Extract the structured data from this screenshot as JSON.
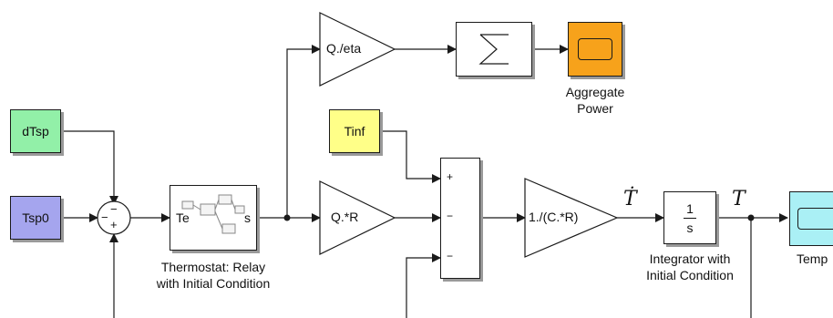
{
  "blocks": {
    "dTsp": "dTsp",
    "Tsp0": "Tsp0",
    "Tinf": "Tinf",
    "gain_power": "Q./eta",
    "gain_heat": "Q.*R",
    "gain_inv_c": "1./(C.*R)",
    "integrator_num": "1",
    "integrator_den": "s",
    "subsystem_in": "Te",
    "subsystem_out": "s",
    "sum_top_sign": "−",
    "sum_left_sign": "−",
    "sum_bottom_sign": "+",
    "sum3_signs": [
      "+",
      "−",
      "−"
    ]
  },
  "captions": {
    "aggregate_line1": "Aggregate",
    "aggregate_line2": "Power",
    "thermostat_line1": "Thermostat: Relay",
    "thermostat_line2": "with Initial Condition",
    "integrator_line1": "Integrator with",
    "integrator_line2": "Initial Condition",
    "temp_caption": "Temp"
  },
  "signals": {
    "t_dot": "Ṫ",
    "t": "T"
  },
  "colors": {
    "dTsp_fill": "#92f0a8",
    "Tsp0_fill": "#a5a5ee",
    "Tinf_fill": "#ffff88",
    "scope_orange": "#f7a21b",
    "scope_cyan": "#aaf0f5",
    "line": "#1a1a1a"
  }
}
